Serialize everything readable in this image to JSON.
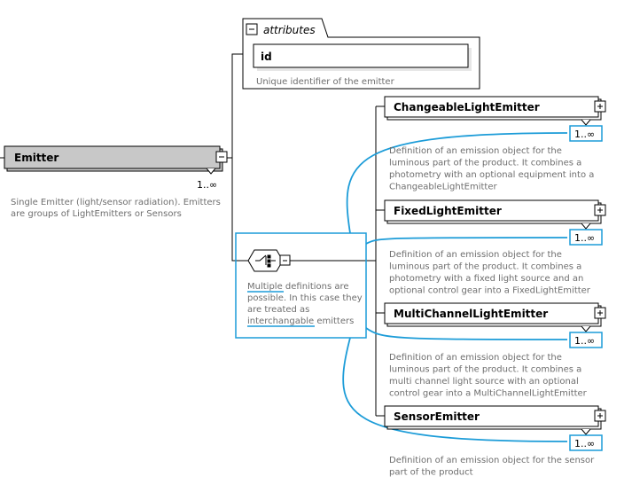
{
  "root": {
    "name": "Emitter",
    "cardinality": "1..∞",
    "description": [
      "Single Emitter (light/sensor radiation). Emitters",
      "are groups of LightEmitters or Sensors"
    ]
  },
  "attributes": {
    "label": "attributes",
    "items": [
      {
        "name": "id",
        "description": "Unique identifier of the emitter"
      }
    ]
  },
  "choice": {
    "description": [
      "Multiple definitions are",
      "possible. In this case they",
      "are treated as",
      "interchangable emitters"
    ]
  },
  "elements": [
    {
      "name": "ChangeableLightEmitter",
      "cardinality": "1..∞",
      "description": [
        "Definition of an emission object for the",
        "luminous part of the product. It combines a",
        "photometry with an optional equipment into a",
        "ChangeableLightEmitter"
      ]
    },
    {
      "name": "FixedLightEmitter",
      "cardinality": "1..∞",
      "description": [
        "Definition of an emission object for the",
        "luminous part of the product. It combines a",
        "photometry with a fixed light source and an",
        "optional control gear into a FixedLightEmitter"
      ]
    },
    {
      "name": "MultiChannelLightEmitter",
      "cardinality": "1..∞",
      "description": [
        "Definition of an emission object for the",
        "luminous part of the product. It combines a",
        "multi channel light source with an optional",
        "control gear into a MultiChannelLightEmitter"
      ]
    },
    {
      "name": "SensorEmitter",
      "cardinality": "1..∞",
      "description": [
        "Definition of an emission object for the sensor",
        "part of the product"
      ]
    }
  ],
  "colors": {
    "highlight": "#1c9cd8",
    "root_fill": "#c8c8c8",
    "line": "#000000",
    "text_gray": "#6e6e6e"
  }
}
